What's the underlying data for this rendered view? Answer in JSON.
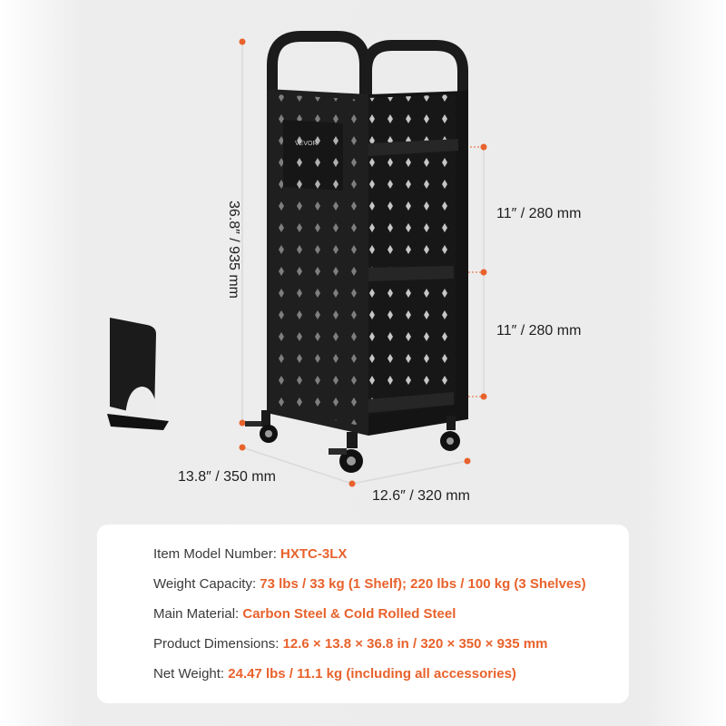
{
  "brand": "VEVOR",
  "colors": {
    "accent": "#e8622c",
    "cart": "#1b1b1b",
    "text": "#3a3a3a"
  },
  "dimensions": {
    "height": "36.8″ / 935 mm",
    "depth": "13.8″ / 350 mm",
    "width": "12.6″ / 320 mm",
    "shelf_upper": "11″ / 280 mm",
    "shelf_lower": "11″ / 280 mm"
  },
  "specs": [
    {
      "label": "Item Model Number: ",
      "value": "HXTC-3LX"
    },
    {
      "label": "Weight Capacity: ",
      "value": "73 lbs / 33 kg (1 Shelf); 220 lbs / 100 kg (3 Shelves)"
    },
    {
      "label": "Main Material: ",
      "value": "Carbon Steel & Cold Rolled Steel"
    },
    {
      "label": "Product Dimensions: ",
      "value": "12.6 × 13.8 × 36.8 in / 320 × 350 × 935 mm"
    },
    {
      "label": "Net Weight: ",
      "value": "24.47 lbs / 11.1 kg (including all accessories)"
    }
  ]
}
